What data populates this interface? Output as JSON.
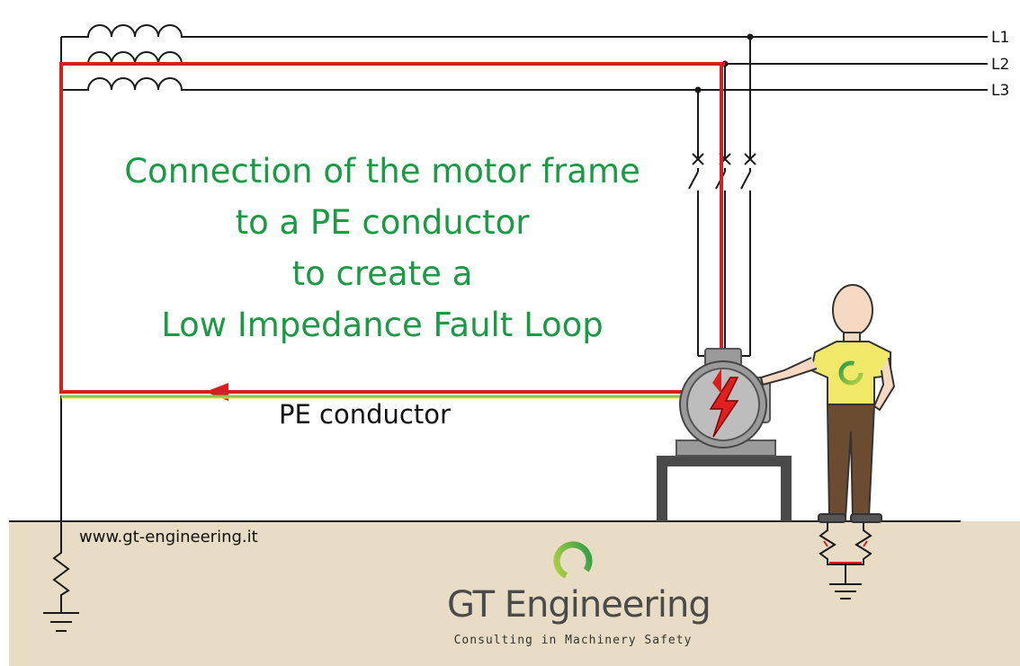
{
  "diagram": {
    "headline": [
      "Connection of the motor frame",
      "to a PE conductor",
      "to create a",
      "Low Impedance Fault Loop"
    ],
    "phase_labels": [
      "L1",
      "L2",
      "L3"
    ],
    "pe_label": "PE conductor"
  },
  "footer": {
    "website": "www.gt-engineering.it",
    "brand_name": "GT Engineering",
    "tagline": "Consulting in Machinery Safety"
  },
  "colors": {
    "fault_loop": "#d42020",
    "headline": "#1a9a45",
    "pe_green": "#8dc63f",
    "pe_yellow": "#f3e24a",
    "ground": "#e8dcc4",
    "wire": "#1a1a1a",
    "motor": "#9a9a9a",
    "shirt": "#f1e86a",
    "trousers": "#6b4c30",
    "skin": "#f6d9c3",
    "logo_ring_start": "#2a9a48",
    "logo_ring_end": "#b6d443"
  },
  "icons": [
    "lightning-icon",
    "gt-logo-ring-icon",
    "earth-ground-icon",
    "contactor-icon",
    "inductor-coil-icon"
  ]
}
